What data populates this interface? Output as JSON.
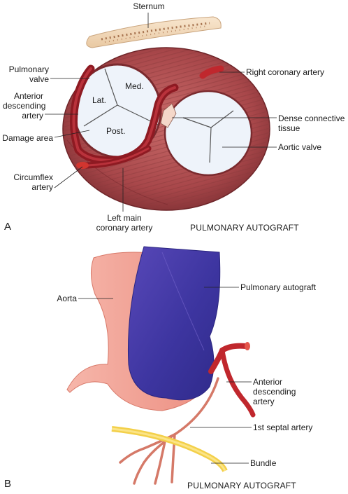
{
  "panel_a": {
    "letter": "A",
    "caption": "PULMONARY AUTOGRAFT",
    "labels": {
      "sternum": "Sternum",
      "pulmonary_valve": "Pulmonary\nvalve",
      "anterior_descending_artery": "Anterior\ndescending\nartery",
      "damage_area": "Damage area",
      "circumflex_artery": "Circumflex\nartery",
      "left_main_coronary_artery": "Left main\ncoronary artery",
      "right_coronary_artery": "Right coronary artery",
      "dense_connective_tissue": "Dense connective\ntissue",
      "aortic_valve": "Aortic valve",
      "cusp_lat": "Lat.",
      "cusp_med": "Med.",
      "cusp_post": "Post."
    }
  },
  "panel_b": {
    "letter": "B",
    "caption": "PULMONARY AUTOGRAFT",
    "labels": {
      "aorta": "Aorta",
      "pulmonary_autograft": "Pulmonary autograft",
      "anterior_descending_artery": "Anterior\ndescending\nartery",
      "first_septal_artery": "1st septal artery",
      "bundle": "Bundle"
    }
  },
  "colors": {
    "myocardium": "#a8474a",
    "coronary_artery": "#8e1a22",
    "valve_leaflet": "#eef3fa",
    "aorta": "#f2a79b",
    "autograft": "#4a3fa6",
    "bundle": "#f3d04a"
  }
}
